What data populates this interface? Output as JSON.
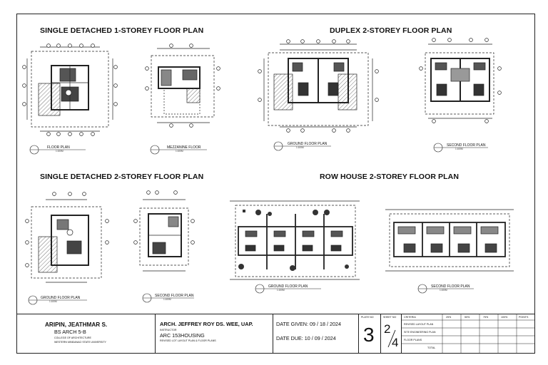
{
  "titles": {
    "single_1": "SINGLE DETACHED 1-STOREY FLOOR PLAN",
    "duplex": "DUPLEX 2-STOREY FLOOR PLAN",
    "single_2": "SINGLE DETACHED 2-STOREY FLOOR PLAN",
    "rowhouse": "ROW HOUSE 2-STOREY FLOOR PLAN"
  },
  "labels": {
    "floor_plan": "FLOOR PLAN",
    "mezzanine": "MEZZANINE FLOOR",
    "ground_floor": "GROUND FLOOR PLAN",
    "second_floor": "SECOND FLOOR PLAN",
    "scale_label": "SCALE",
    "scale_value": "1:100M"
  },
  "title_block": {
    "student_name": "ARIPIN, JEATHMAR S.",
    "student_program": "BS ARCH 5-B",
    "college": "COLLEGE OF ARCHITECTURE",
    "university": "WESTERN MINDANAO STATE UNIVERSITY",
    "instructor_name": "ARCH. JEFFREY ROY DS. WEE, UAP.",
    "instructor_role": "INSTRUCTOR",
    "course": "ARC 153HOUSING",
    "project": "REVISED LOT LAYOUT PLAN & FLOOR PLANS",
    "date_given": "DATE GIVEN: 09 / 18 / 2024",
    "date_due": "DATE DUE: 10 / 09 / 2024",
    "plate_no_label": "PLATE NO",
    "plate_no": "3",
    "sheet_no_label": "SHEET NO",
    "sheet_num": "2",
    "sheet_den": "4"
  },
  "criteria": {
    "header": "CRITERIA",
    "columns": [
      "25%",
      "50%",
      "75%",
      "100%",
      "POINTS"
    ],
    "rows": [
      "REVISED LAYOUT PLAN",
      "SITE ENGINEERING PLAN",
      "FLOOR PLANS"
    ],
    "total": "TOTAL"
  }
}
